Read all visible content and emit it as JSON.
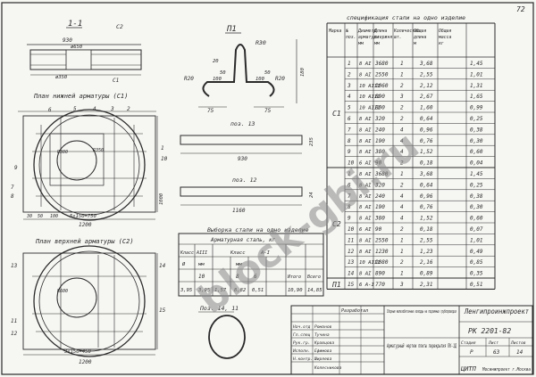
{
  "page_number": "72",
  "watermark": "block-gbi.ru",
  "views": {
    "section_1_1": "1-1",
    "section_c2_mark": "C2",
    "section_c1_mark": "C1",
    "dim_930": "930",
    "dim_d650": "ø650",
    "dim_d350": "ø350",
    "plan_lower": "План нижней арматуры (С1)",
    "plan_upper": "План верхней арматуры (С2)",
    "dim_5x150": "5×150=750",
    "dim_3x150": "3×150=450",
    "dim_1200": "1200",
    "dim_1200b": "1200",
    "dim_1000": "1000",
    "dim_6": "6",
    "dim_7": "7",
    "dim_8": "8",
    "dim_9": "9",
    "dim_5": "5",
    "dim_4": "4",
    "dim_3": "3",
    "dim_2": "2",
    "dim_1": "1",
    "dim_10": "10",
    "dim_11": "11",
    "dim_12": "12",
    "dim_13": "13",
    "dim_14": "14",
    "dim_15": "15",
    "dim_30": "30",
    "dim_50": "50",
    "dim_100": "100",
    "dim_r380": "R380",
    "dim_r600": "R600",
    "dim_r350": "R350"
  },
  "p1": {
    "label": "П1",
    "r30": "R30",
    "r20a": "R20",
    "r20b": "R20",
    "d100a": "100",
    "d100b": "100",
    "d50a": "50",
    "d50b": "50",
    "d20": "20",
    "d75a": "75",
    "d75b": "75",
    "d180": "180"
  },
  "bars": {
    "pos13": "поз. 13",
    "pos12": "поз. 12",
    "len930": "930",
    "len1160": "1160",
    "d235": "235",
    "d24": "24"
  },
  "pos14": "Поз. 14, 11",
  "spec_title": "спецификация стали на одно изделие",
  "spec_headers": [
    "Марка",
    "№ поз.",
    "Диаметр арматуры мм",
    "Длина стержня мм",
    "Количество шт.",
    "Общая длина м",
    "Общая масса кг"
  ],
  "spec_groups": [
    {
      "mark": "С1",
      "rows": [
        [
          "1",
          "8 AI",
          "3680",
          "1",
          "3,68",
          "1,45"
        ],
        [
          "2",
          "8 AI",
          "2550",
          "1",
          "2,55",
          "1,01"
        ],
        [
          "3",
          "10 AIII",
          "1060",
          "2",
          "2,12",
          "1,31"
        ],
        [
          "4",
          "10 AIII",
          "890",
          "3",
          "2,67",
          "1,65"
        ],
        [
          "5",
          "10 AIII",
          "800",
          "2",
          "1,60",
          "0,99"
        ],
        [
          "6",
          "8 AI",
          "320",
          "2",
          "0,64",
          "0,25"
        ],
        [
          "7",
          "8 AI",
          "240",
          "4",
          "0,96",
          "0,38"
        ],
        [
          "8",
          "8 AI",
          "190",
          "4",
          "0,76",
          "0,30"
        ],
        [
          "9",
          "8 AI",
          "380",
          "4",
          "1,52",
          "0,60"
        ],
        [
          "10",
          "6 AI",
          "90",
          "2",
          "0,18",
          "0,04"
        ]
      ]
    },
    {
      "mark": "С2",
      "rows": [
        [
          "1",
          "8 AI",
          "3680",
          "1",
          "3,68",
          "1,45"
        ],
        [
          "6",
          "8 AI",
          "320",
          "2",
          "0,64",
          "0,25"
        ],
        [
          "7",
          "8 AI",
          "240",
          "4",
          "0,96",
          "0,38"
        ],
        [
          "8",
          "8 AI",
          "190",
          "4",
          "0,76",
          "0,30"
        ],
        [
          "9",
          "8 AI",
          "380",
          "4",
          "1,52",
          "0,60"
        ],
        [
          "10",
          "6 AI",
          "90",
          "2",
          "0,18",
          "0,07"
        ],
        [
          "11",
          "8 AI",
          "2550",
          "1",
          "2,55",
          "1,01"
        ],
        [
          "12",
          "8 AI",
          "1230",
          "1",
          "1,23",
          "0,49"
        ],
        [
          "13",
          "10 AIII",
          "1080",
          "2",
          "2,16",
          "0,85"
        ],
        [
          "14",
          "8 AI",
          "890",
          "1",
          "0,89",
          "0,35"
        ]
      ]
    },
    {
      "mark": "П1",
      "rows": [
        [
          "15",
          "6 A-I",
          "770",
          "3",
          "2,31",
          "0,51"
        ]
      ]
    }
  ],
  "sample": {
    "title": "Выборка стали на одно изделие",
    "sub": "Арматурная сталь, кг",
    "h_class_aiii": "Класс AIII",
    "h_class": "Класс",
    "h_ai": "A-I",
    "h_mm": "мм",
    "h_total": "Итого",
    "h_all": "Всего",
    "d10": "10",
    "d8": "8",
    "d6": "6",
    "diam_label": "Ø",
    "v1": "3,95",
    "v2": "3,95",
    "v3": "1,57",
    "v4": "8,82",
    "v5": "0,51",
    "v6": "10,90",
    "v7": "14,85"
  },
  "title_block": {
    "row1": [
      "",
      "",
      "",
      "",
      "",
      "",
      "",
      ""
    ],
    "designer_role": "Разработал",
    "names": [
      "Романов",
      "Тучина",
      "Кравцова",
      "Ефимова",
      "Ширяева"
    ],
    "roles": [
      "Нач.отд",
      "Гл.спец",
      "Рук.гр.",
      "Исполн.",
      "Н.контр."
    ],
    "signer": "Колесникова",
    "doc_title": "Сборные железобетонные колодцы на подземных трубопроводах",
    "sheet_title": "Арматурный чертеж плиты перекрытия ПК-1Д",
    "code": "РК 2201-82",
    "org": "Ленгипроинжпроект",
    "stage_h": "Стадия",
    "sheet_h": "Лист",
    "sheets_h": "Листов",
    "stage": "Р",
    "sheet": "63",
    "sheets": "14",
    "city": "Мосинжпроект г.Москва",
    "stamp": "ЦИТП"
  }
}
